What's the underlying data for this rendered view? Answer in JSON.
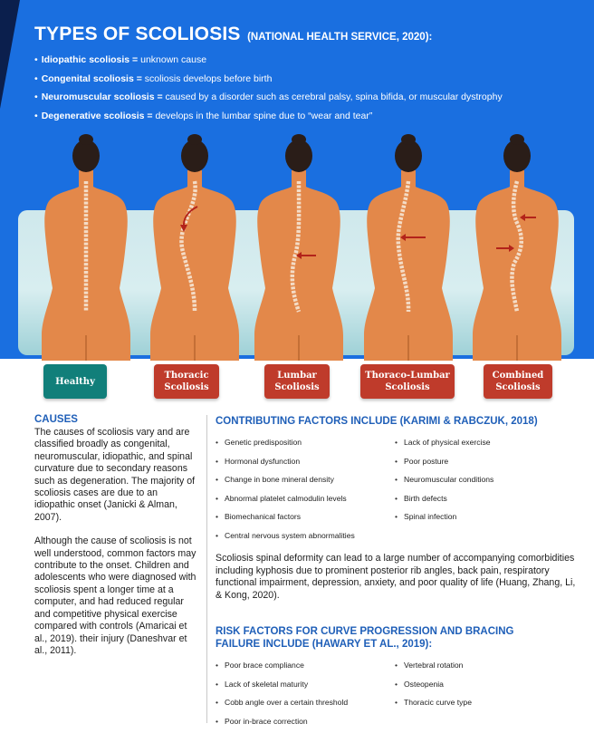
{
  "header": {
    "title": "TYPES OF SCOLIOSIS",
    "title_source": "(NATIONAL HEALTH SERVICE, 2020):",
    "types": [
      {
        "term": "Idiopathic scoliosis =",
        "desc": "unknown cause"
      },
      {
        "term": "Congenital scoliosis =",
        "desc": "scoliosis develops before birth"
      },
      {
        "term": "Neuromuscular scoliosis =",
        "desc": "caused by a disorder such as cerebral palsy, spina bifida, or muscular dystrophy"
      },
      {
        "term": "Degenerative scoliosis =",
        "desc": "develops in the lumbar spine due to “wear and tear”"
      }
    ]
  },
  "figure": {
    "labels": [
      {
        "line1": "Healthy",
        "line2": ""
      },
      {
        "line1": "Thoracic",
        "line2": "Scoliosis"
      },
      {
        "line1": "Lumbar",
        "line2": "Scoliosis"
      },
      {
        "line1": "Thoraco-Lumbar",
        "line2": "Scoliosis"
      },
      {
        "line1": "Combined",
        "line2": "Scoliosis"
      }
    ],
    "colors": {
      "skin": "#e3884a",
      "hair": "#2a1d18",
      "spine": "#f4dcc6",
      "arrow": "#b3231a",
      "healthy": "#117f7a",
      "scoliosis": "#bf3b2b"
    }
  },
  "causes": {
    "heading": "CAUSES",
    "para1": "The causes of scoliosis vary and are classified broadly as congenital, neuromuscular, idiopathic, and spinal curvature due to secondary reasons such as degeneration. The majority of scoliosis cases are due to an idiopathic onset (Janicki & Alman, 2007).",
    "para2": "Although the cause of scoliosis is not well understood, common factors may contribute to the onset. Children and adolescents who were diagnosed with scoliosis spent a longer time at a computer, and had reduced regular and competitive physical exercise compared with controls (Amaricai et al., 2019). their injury (Daneshvar et al., 2011)."
  },
  "contributing": {
    "heading": "CONTRIBUTING FACTORS INCLUDE (KARIMI & RABCZUK, 2018)",
    "col1": [
      "Genetic predisposition",
      "Hormonal dysfunction",
      "Change in bone mineral density",
      "Abnormal platelet calmodulin levels",
      "Biomechanical factors",
      "Central nervous system abnormalities"
    ],
    "col2": [
      "Lack of physical exercise",
      "Poor posture",
      "Neuromuscular conditions",
      "Birth defects",
      "Spinal infection"
    ],
    "paragraph": "Scoliosis spinal deformity can lead to a large number of accompanying comorbidities including kyphosis due to prominent posterior rib angles, back pain, respiratory functional impairment, depression, anxiety, and poor quality of life (Huang, Zhang, Li, & Kong, 2020)."
  },
  "risk": {
    "heading_line1": "RISK FACTORS FOR CURVE PROGRESSION AND BRACING",
    "heading_line2": "FAILURE INCLUDE (HAWARY ET AL., 2019):",
    "col1": [
      "Poor brace compliance",
      "Lack of skeletal maturity",
      "Cobb angle over a certain threshold",
      "Poor in-brace correction"
    ],
    "col2": [
      "Vertebral rotation",
      "Osteopenia",
      "Thoracic curve type"
    ]
  }
}
